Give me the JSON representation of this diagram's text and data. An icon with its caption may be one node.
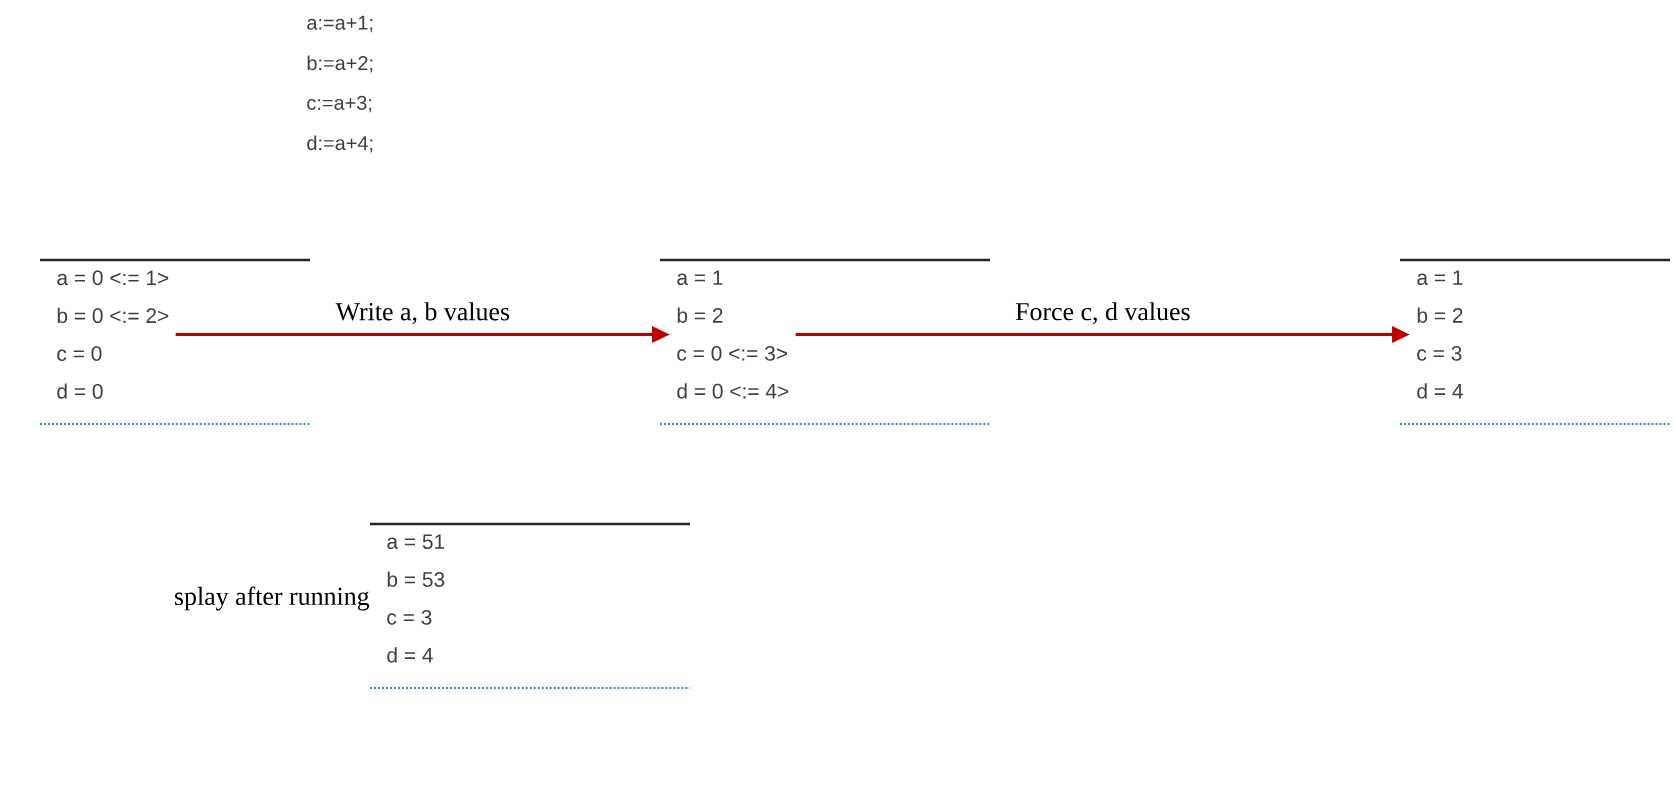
{
  "diagram": {
    "nodes": [
      {
        "text": [
          "a = 0 <:= 1>",
          "b = 0 <:= 2>",
          "c = 0",
          "d = 0"
        ]
      },
      {
        "text": [
          "a = 1",
          "b = 2",
          "c = 0 <:= 3>",
          "d = 0 <:= 4>"
        ]
      },
      {
        "text": [
          "a = 1",
          "b = 2",
          "c = 3",
          "d = 4"
        ]
      },
      {
        "text": [
          "a = 51",
          "b = 53",
          "c = 3",
          "d = 4"
        ],
        "beside": [
          "splay after running"
        ]
      }
    ],
    "edges": [
      {
        "from": 0,
        "to": 1,
        "arrow": "to",
        "label": "Write a, b values"
      },
      {
        "from": 1,
        "to": 2,
        "arrow": "to",
        "label": "Force c, d values"
      }
    ],
    "labels": [
      "a:=a+1;",
      "b:=a+2;",
      "c:=a+3;",
      "d:=a+4;"
    ]
  }
}
